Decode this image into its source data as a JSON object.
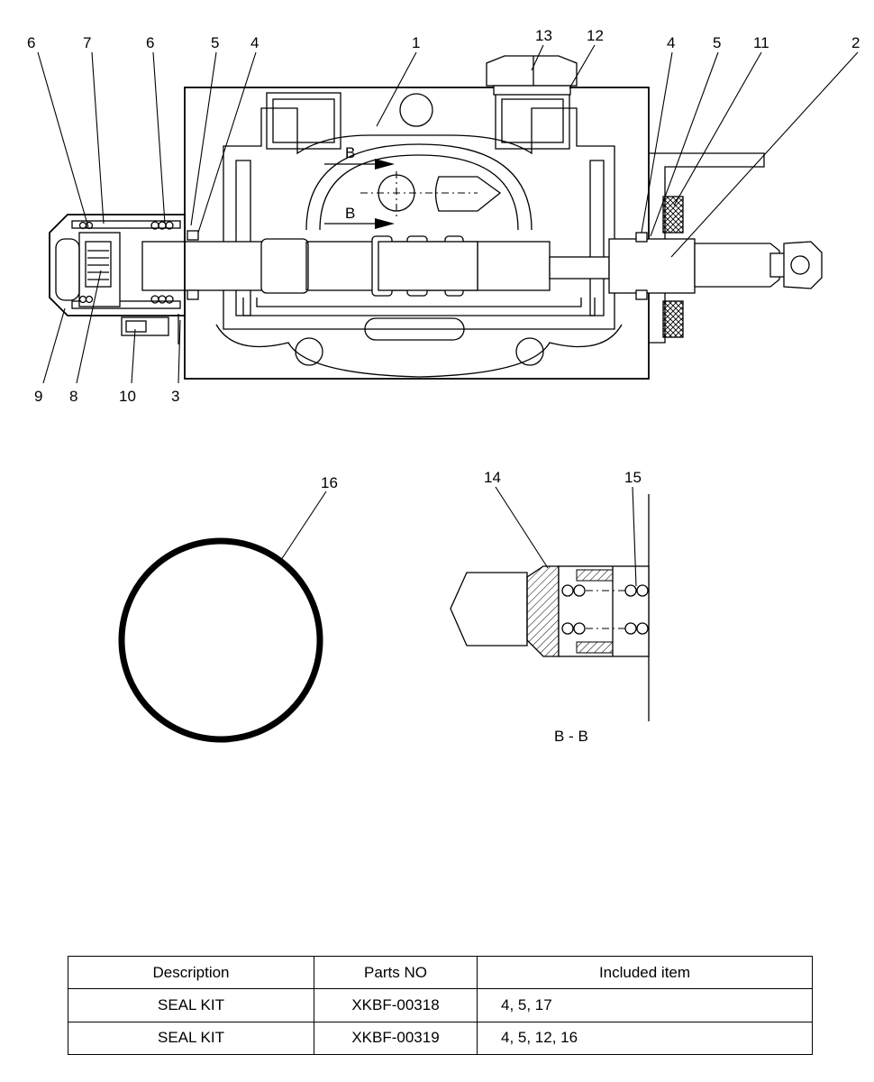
{
  "callouts": {
    "c1": "1",
    "c2": "2",
    "c3": "3",
    "c4a": "4",
    "c4b": "4",
    "c5a": "5",
    "c5b": "5",
    "c6a": "6",
    "c6b": "6",
    "c7": "7",
    "c8": "8",
    "c9": "9",
    "c10": "10",
    "c11": "11",
    "c12": "12",
    "c13": "13",
    "c14": "14",
    "c15": "15",
    "c16": "16"
  },
  "section": {
    "mark_upper": "B",
    "mark_lower": "B",
    "title": "B - B"
  },
  "table": {
    "headers": [
      "Description",
      "Parts NO",
      "Included item"
    ],
    "rows": [
      [
        "SEAL KIT",
        "XKBF-00318",
        "4, 5, 17"
      ],
      [
        "SEAL KIT",
        "XKBF-00319",
        "4, 5, 12, 16"
      ]
    ]
  }
}
